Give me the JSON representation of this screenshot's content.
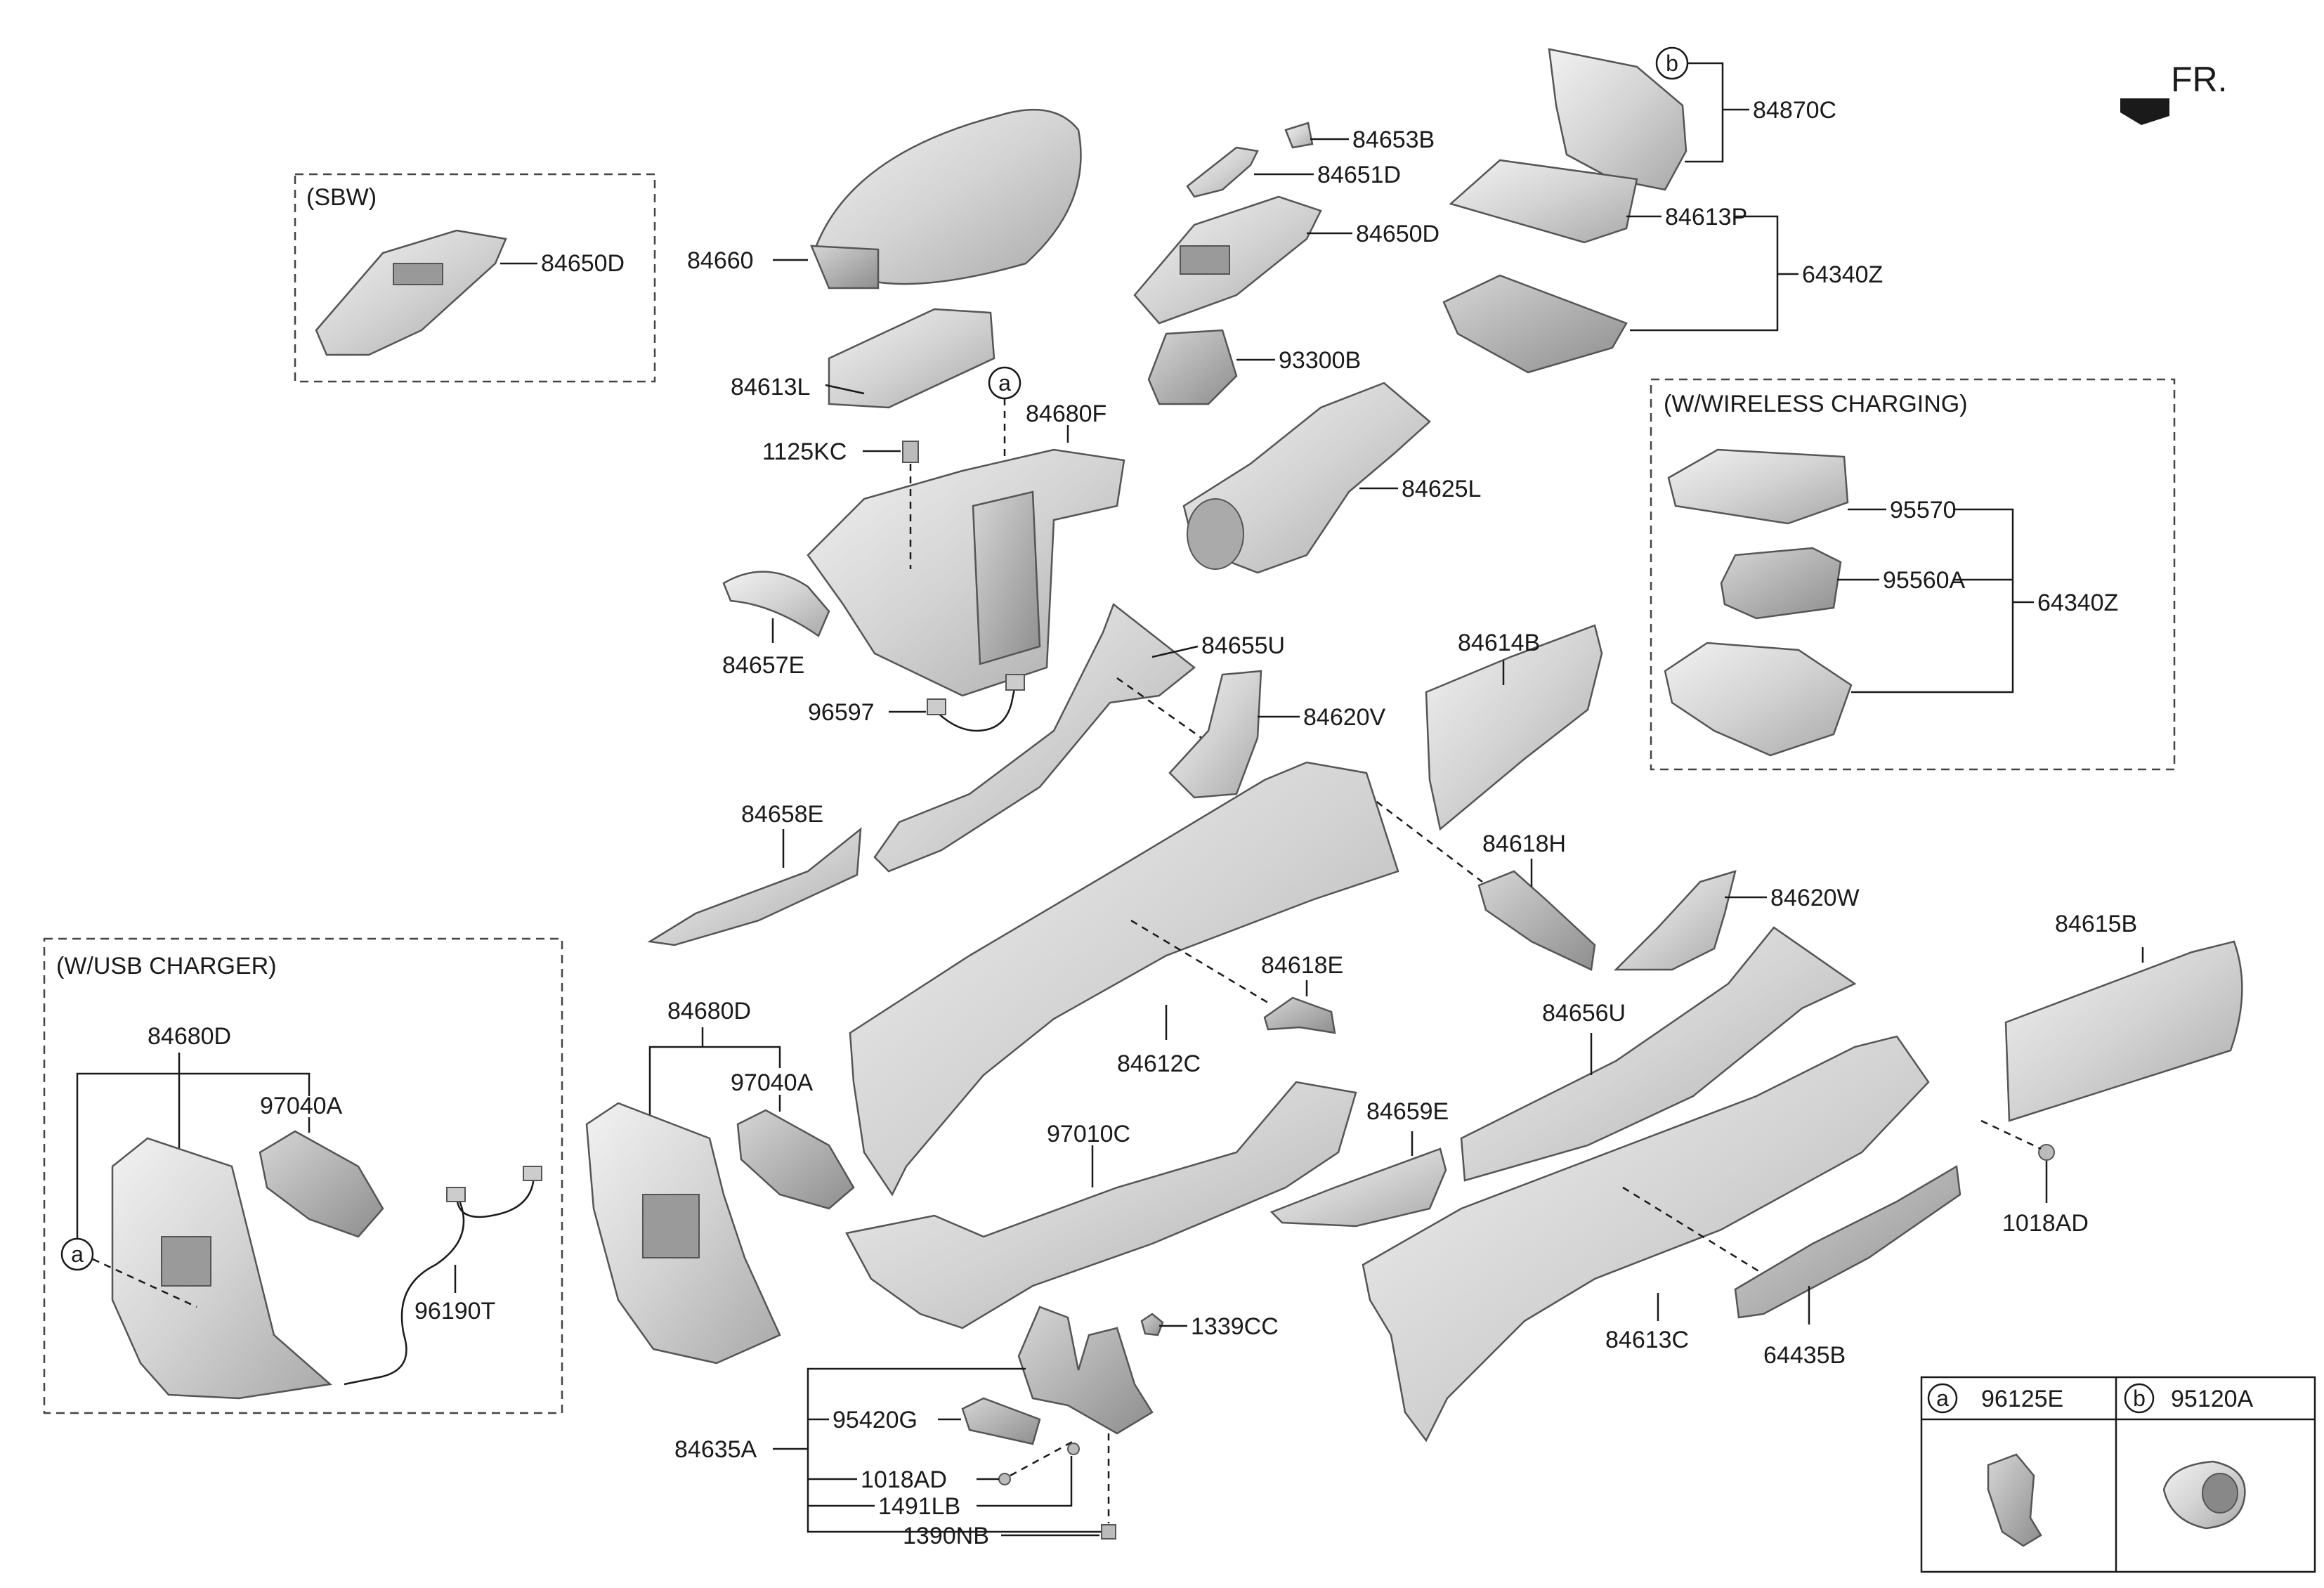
{
  "front_marker": "FR.",
  "group_titles": {
    "sbw": "(SBW)",
    "wireless": "(W/WIRELESS CHARGING)",
    "usb": "(W/USB CHARGER)"
  },
  "callouts": {
    "a": "a",
    "b": "b"
  },
  "parts": {
    "p84650D_sbw": "84650D",
    "p84660": "84660",
    "p84613L": "84613L",
    "p84653B": "84653B",
    "p84651D": "84651D",
    "p84650D": "84650D",
    "p93300B": "93300B",
    "p84870C": "84870C",
    "p84613P": "84613P",
    "p64340Z_top": "64340Z",
    "p84680F": "84680F",
    "p1125KC": "1125KC",
    "p84625L": "84625L",
    "p95570": "95570",
    "p95560A": "95560A",
    "p64340Z_wc": "64340Z",
    "p84657E": "84657E",
    "p84655U": "84655U",
    "p84614B": "84614B",
    "p96597": "96597",
    "p84620V": "84620V",
    "p84658E": "84658E",
    "p84618H": "84618H",
    "p84620W": "84620W",
    "p84615B": "84615B",
    "p84618E": "84618E",
    "p84680D_usb": "84680D",
    "p97040A_usb": "97040A",
    "p84680D": "84680D",
    "p97040A": "97040A",
    "p84656U": "84656U",
    "p84612C": "84612C",
    "p97010C": "97010C",
    "p84659E": "84659E",
    "p96190T": "96190T",
    "p1018AD_right": "1018AD",
    "p1339CC": "1339CC",
    "p84613C": "84613C",
    "p64435B": "64435B",
    "p95420G": "95420G",
    "p84635A": "84635A",
    "p1018AD": "1018AD",
    "p1491LB": "1491LB",
    "p1390NB": "1390NB"
  },
  "legend": {
    "a_label": "a",
    "a_part": "96125E",
    "b_label": "b",
    "b_part": "95120A"
  }
}
